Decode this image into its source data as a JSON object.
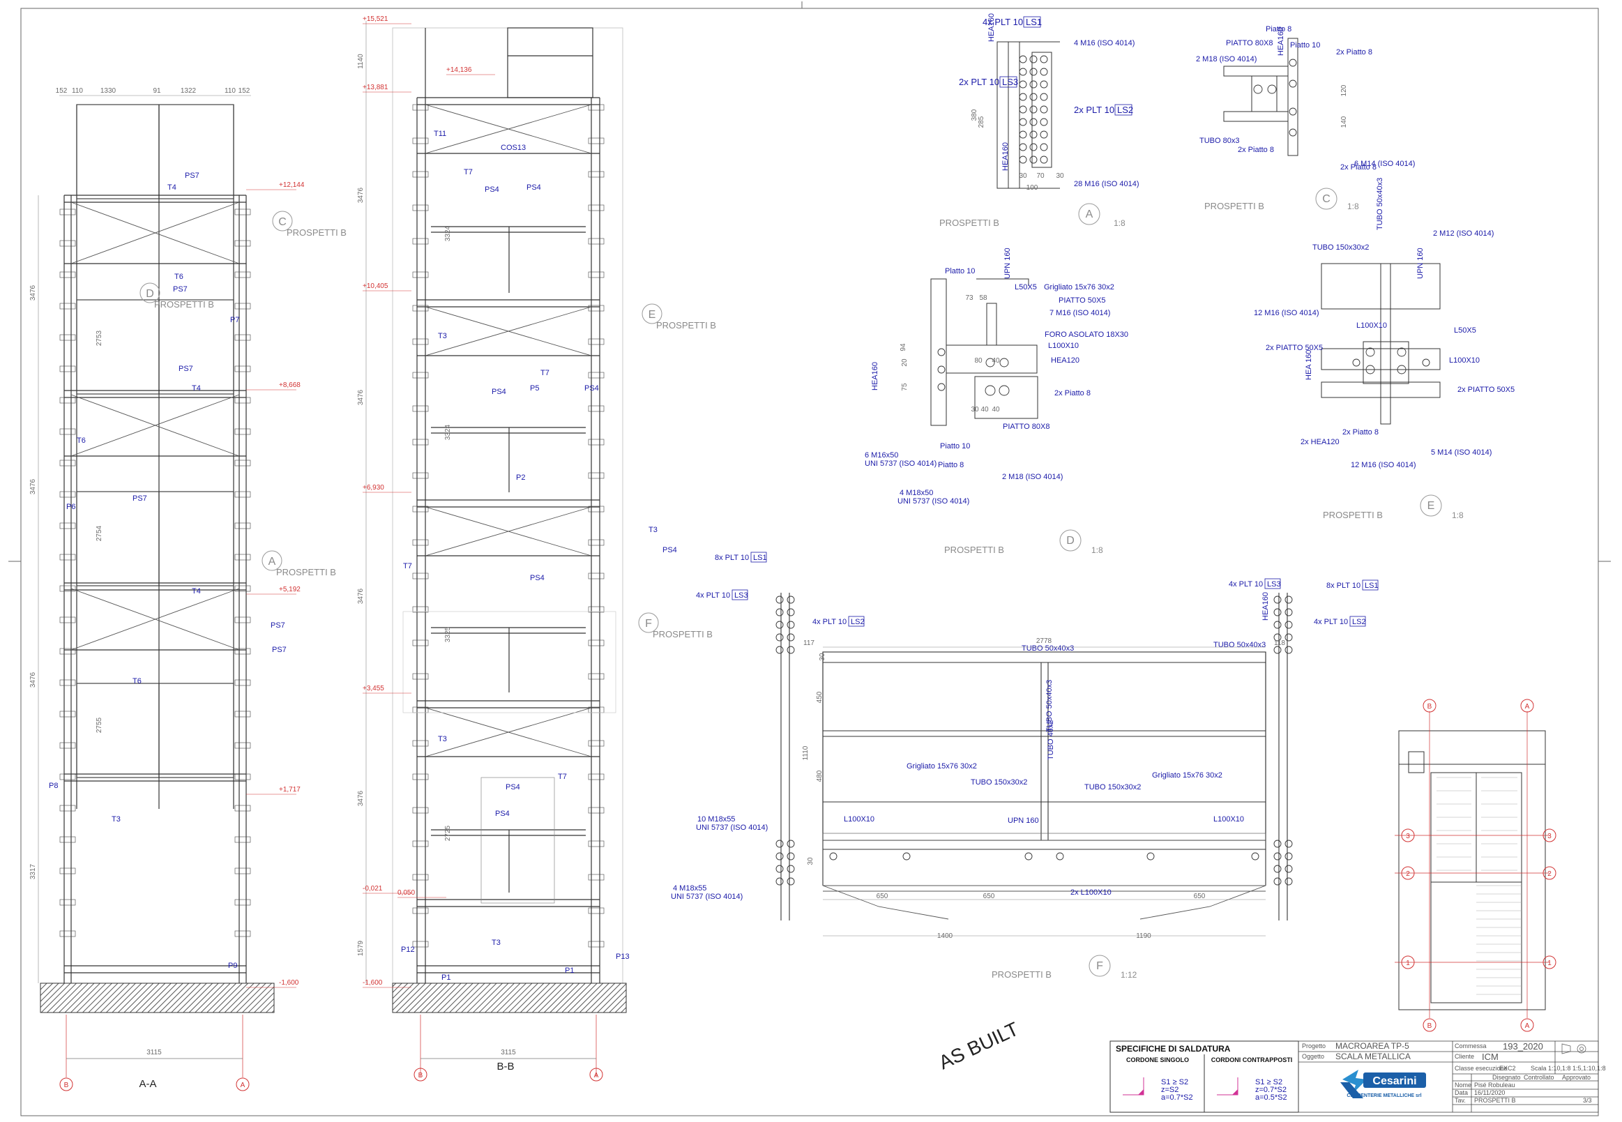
{
  "section_views": {
    "aa": {
      "title": "A-A",
      "axis_left": "B",
      "axis_right": "A",
      "width_dim": "3115",
      "top_dims": [
        "152",
        "110",
        "1330",
        "91",
        "1322",
        "110",
        "152"
      ],
      "heights": [
        "3476",
        "3476",
        "3476",
        "3317"
      ],
      "inner_dims": [
        "2753",
        "2754",
        "2755"
      ],
      "elevations": [
        "+12,144",
        "+8,668",
        "+5,192",
        "+1,717",
        "-1,600"
      ],
      "members": [
        "PS7",
        "T4",
        "T6",
        "PS7",
        "P7",
        "PS7",
        "T4",
        "T6",
        "PS7",
        "P6",
        "T4",
        "PS7",
        "PS7",
        "T6",
        "P8",
        "T3",
        "P9"
      ]
    },
    "bb": {
      "title": "B-B",
      "axis_left": "B",
      "axis_right": "A",
      "width_dim": "3115",
      "top_dims": [
        "1140",
        "3476",
        "3476",
        "3476",
        "3476",
        "1579"
      ],
      "inner_dims": [
        "3324",
        "3324",
        "3325",
        "2725"
      ],
      "elevations": [
        "+15,521",
        "+14,136",
        "+13,881",
        "+10,405",
        "+6,930",
        "+3,455",
        "-0,021",
        "0,050",
        "-1,600"
      ],
      "members": [
        "T11",
        "COS13",
        "T7",
        "PS4",
        "PS4",
        "T3",
        "PS4",
        "T7",
        "P5",
        "PS4",
        "T3",
        "PS4",
        "PS4",
        "T7",
        "P2",
        "T3",
        "PS4",
        "T7",
        "PS4",
        "T3",
        "P12",
        "P1",
        "P1",
        "P13"
      ]
    }
  },
  "callouts": [
    {
      "letter": "A",
      "title": "PROSPETTI B"
    },
    {
      "letter": "C",
      "title": "PROSPETTI B"
    },
    {
      "letter": "D",
      "title": "PROSPETTI B"
    },
    {
      "letter": "E",
      "title": "PROSPETTI B"
    },
    {
      "letter": "F",
      "title": "PROSPETTI B"
    }
  ],
  "detail_a": {
    "title": "PROSPETTI B",
    "letter": "A",
    "scale": "1:8",
    "tags": [
      {
        "qty": "4x PLT 10",
        "ref": "LS1"
      },
      {
        "qty": "2x PLT 10",
        "ref": "LS3"
      },
      {
        "qty": "2x PLT 10",
        "ref": "LS2"
      }
    ],
    "labels": [
      "4 M16 (ISO 4014)",
      "28 M16 (ISO 4014)",
      "HEA160",
      "HEA160"
    ],
    "dims": [
      "380",
      "285",
      "30",
      "70",
      "100",
      "30"
    ]
  },
  "detail_c": {
    "title": "PROSPETTI B",
    "letter": "C",
    "scale": "1:8",
    "labels": [
      "Piatto 8",
      "PIATTO 80X8",
      "Piatto 10",
      "2x Piatto 8",
      "2 M18 (ISO 4014)",
      "HEA160",
      "TUBO 80x3",
      "2x Piatto 8",
      "2x Piatto 8",
      "6 M14 (ISO 4014)"
    ],
    "dims": [
      "120",
      "140"
    ]
  },
  "detail_d": {
    "title": "PROSPETTI B",
    "letter": "D",
    "scale": "1:8",
    "labels": [
      "Platto 10",
      "UPN 160",
      "L50X5",
      "Grigliato 15x76 30x2",
      "PIATTO 50X5",
      "7 M16 (ISO 4014)",
      "FORO ASOLATO  18X30",
      "L100X10",
      "HEA120",
      "2x Piatto 8",
      "HEA160",
      "Piatto 10",
      "Piatto 8",
      "PIATTO 80X8",
      "2 M18 (ISO 4014)",
      "6 M16x50",
      "UNI 5737 (ISO 4014)",
      "4 M18x50",
      "UNI 5737 (ISO 4014)"
    ],
    "dims": [
      "94",
      "73",
      "58",
      "80",
      "40",
      "20",
      "75",
      "30",
      "40",
      "40"
    ]
  },
  "detail_e": {
    "title": "PROSPETTI B",
    "letter": "E",
    "scale": "1:8",
    "labels": [
      "TUBO 150x30x2",
      "TUBO 50x40x3",
      "2 M12 (ISO 4014)",
      "UPN 160",
      "12 M16 (ISO 4014)",
      "L100X10",
      "L50X5",
      "2x PIATTO 50X5",
      "L100X10",
      "HEA 160",
      "2x PIATTO 50X5",
      "2x Piatto 8",
      "2x HEA120",
      "5 M14 (ISO 4014)",
      "12 M16 (ISO 4014)"
    ]
  },
  "detail_f": {
    "title": "PROSPETTI B",
    "letter": "F",
    "scale": "1:12",
    "tags": [
      {
        "qty": "8x PLT 10",
        "ref": "LS1"
      },
      {
        "qty": "4x PLT 10",
        "ref": "LS3"
      },
      {
        "qty": "4x PLT 10",
        "ref": "LS2"
      },
      {
        "qty": "4x PLT 10",
        "ref": "LS3"
      },
      {
        "qty": "8x PLT 10",
        "ref": "LS1"
      },
      {
        "qty": "4x PLT 10",
        "ref": "LS2"
      }
    ],
    "labels": [
      "TUBO 50x40x3",
      "TUBO 50x40x3",
      "TUBO 40x2",
      "TUBO 50x40x3",
      "Grigliato 15x76 30x2",
      "TUBO 150x30x2",
      "TUBO 150x30x2",
      "Grigliato 15x76 30x2",
      "L100X10",
      "UPN 160",
      "L100X10",
      "10 M18x55",
      "UNI 5737 (ISO 4014)",
      "4 M18x55",
      "UNI 5737 (ISO 4014)",
      "2x L100X10",
      "HEA160"
    ],
    "dims": [
      "2778",
      "117",
      "118",
      "450",
      "1110",
      "480",
      "30",
      "650",
      "650",
      "650",
      "1400",
      "1190",
      "30"
    ]
  },
  "plan": {
    "axes_top": [
      "B",
      "A"
    ],
    "axes_bottom": [
      "B",
      "A"
    ],
    "rows": [
      "3",
      "2",
      "1"
    ]
  },
  "stamp": "AS BUILT",
  "welding": {
    "title": "SPECIFICHE DI SALDATURA",
    "single": "CORDONE SINGOLO",
    "opposed": "CORDONI CONTRAPPOSTI",
    "single_spec": [
      "S1 ≥ S2",
      "z=S2",
      "a=0.7*S2"
    ],
    "opposed_spec": [
      "S1 ≥ S2",
      "z=0.7*S2",
      "a=0.5*S2"
    ]
  },
  "title_block": {
    "progetto_label": "Progetto",
    "progetto": "MACROAREA TP-5",
    "oggetto_label": "Oggetto",
    "oggetto": "SCALA METALLICA",
    "commessa_label": "Commessa",
    "commessa": "193_2020",
    "cliente_label": "Cliente",
    "cliente": "ICM",
    "classe_label": "Classe esecuzione",
    "classe": "EXC2",
    "scale_label": "Scala",
    "scale": "1:10,1:8 1:5,1:10,1:8",
    "disegnato": "Disegnato",
    "controllato": "Controllato",
    "approvato": "Approvato",
    "nome_label": "Nome",
    "nome": "Pisé Robuleau",
    "data_label": "Data",
    "data": "16/11/2020",
    "tav_label": "Tav.",
    "tav": "PROSPETTI B",
    "sheet": "3/3",
    "logo": "Cesarini",
    "logo_sub": "CARPENTERIE METALLICHE srl"
  }
}
